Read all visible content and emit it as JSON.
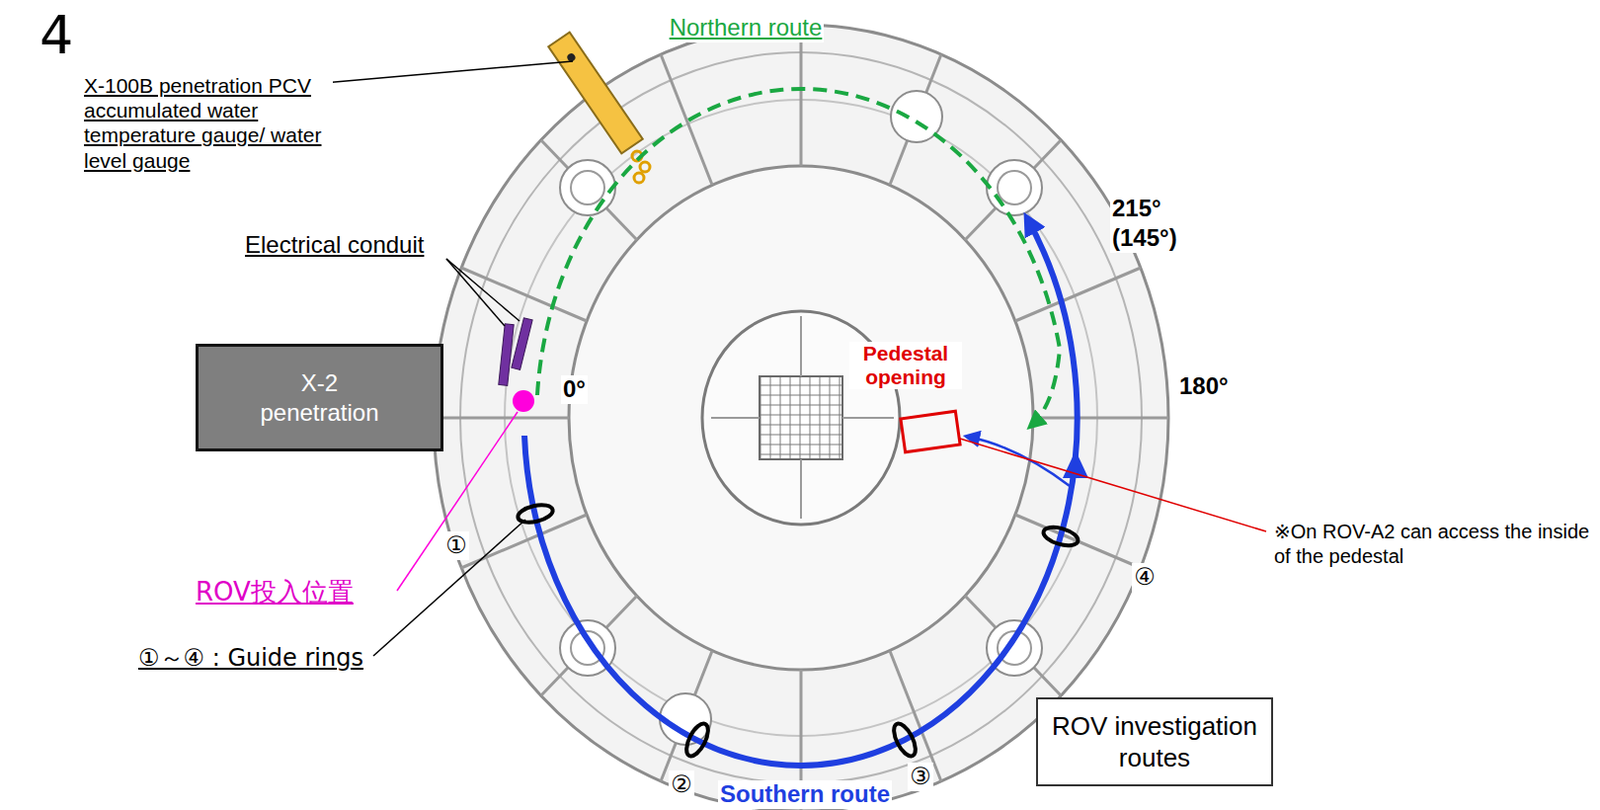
{
  "diagram": {
    "nodes": [
      {
        "text": [
          "X-2 penetration"
        ]
      },
      {
        "text": [
          "ROV investigation routes"
        ]
      }
    ],
    "labels": [
      "4",
      "Northern route",
      "X-100B penetration PCV accumulated water temperature gauge/ water level gauge",
      "Electrical conduit",
      "215° (145°)",
      "0°",
      "Pedestal opening",
      "180°",
      "ROV投入位置",
      "①",
      "※On ROV-A2 can access the inside of the pedestal",
      "④",
      "①～④ : Guide rings",
      "②",
      "③",
      "Southern route"
    ]
  }
}
